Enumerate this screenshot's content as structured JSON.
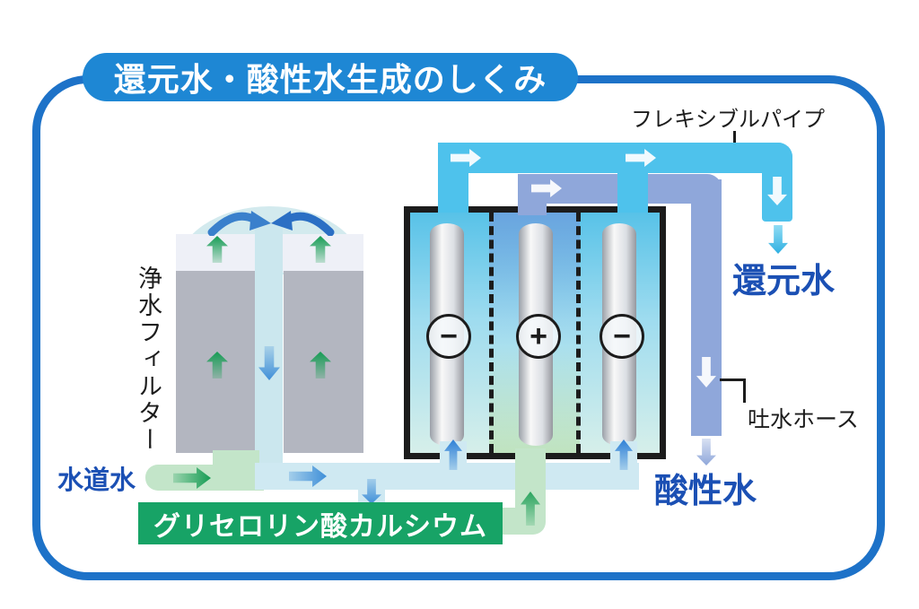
{
  "title": {
    "text": "還元水・酸性水生成のしくみ"
  },
  "labels": {
    "flexible_pipe": "フレキシブルパイプ",
    "reduced_water": "還元水",
    "discharge_hose": "吐水ホース",
    "acidic_water": "酸性水",
    "tap_water": "水道水",
    "water_filter": "浄水フィルター",
    "additive_banner": "グリセロリン酸カルシウム"
  },
  "electrolysis_cell": {
    "electrodes": [
      {
        "name": "cathode-left",
        "symbol": "−"
      },
      {
        "name": "anode-center",
        "symbol": "+"
      },
      {
        "name": "cathode-right",
        "symbol": "−"
      }
    ]
  },
  "colors": {
    "frame_border": "#1d72c8",
    "title_bg": "#1e87d4",
    "label_blue": "#1b50b4",
    "banner_green": "#17a366",
    "pipe_cyan": "#4ec2ec",
    "pipe_periwinkle": "#8fa7da",
    "pipe_pale_cyan": "#cfe9f2",
    "pipe_pale_green": "#c3e5c9",
    "arrow_green": "#21a05a",
    "arrow_blue": "#3f8fd8",
    "filter_gray": "#b3b6c0"
  }
}
